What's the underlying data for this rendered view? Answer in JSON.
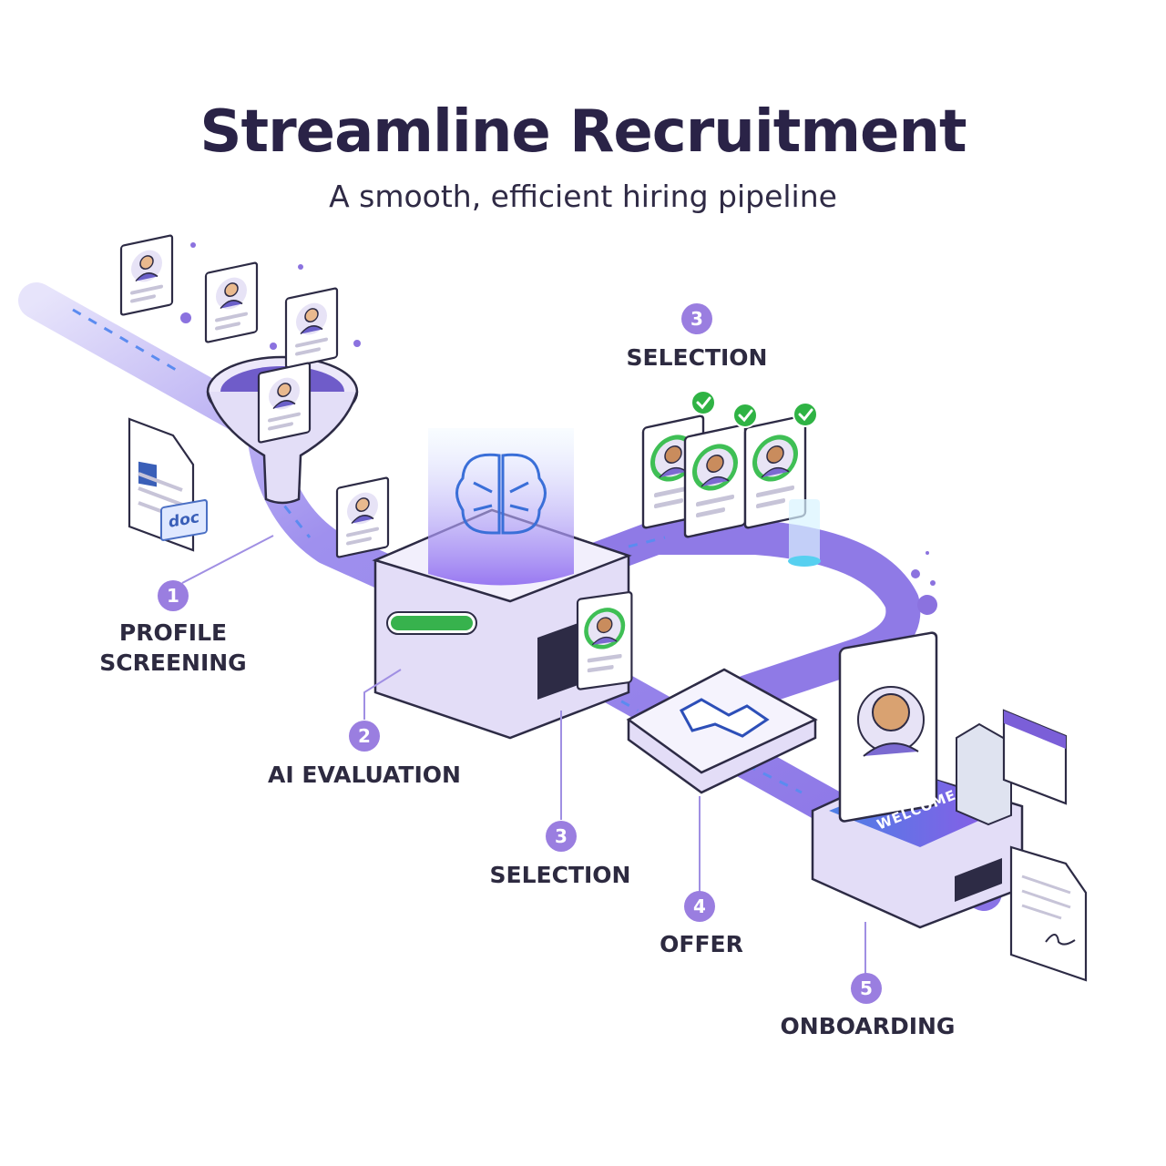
{
  "header": {
    "title": "Streamline Recruitment",
    "subtitle": "A smooth, efficient hiring pipeline"
  },
  "stages": [
    {
      "number": "1",
      "label": "PROFILE\nSCREENING"
    },
    {
      "number": "2",
      "label": "AI EVALUATION"
    },
    {
      "number": "3",
      "label": "SELECTION"
    },
    {
      "number": "4",
      "label": "OFFER"
    },
    {
      "number": "5",
      "label": "ONBOARDING"
    }
  ],
  "top_callout": {
    "number": "3",
    "label": "SELECTION"
  },
  "decor": {
    "doc_tag": "doc",
    "welcome_text": "WELCOME"
  },
  "colors": {
    "title": "#2a2347",
    "badge": "#9a7ee0",
    "track": "#8f7ae6",
    "platform": "#e9e4fa",
    "accent_green": "#37b24d",
    "check_green": "#2fb344"
  }
}
